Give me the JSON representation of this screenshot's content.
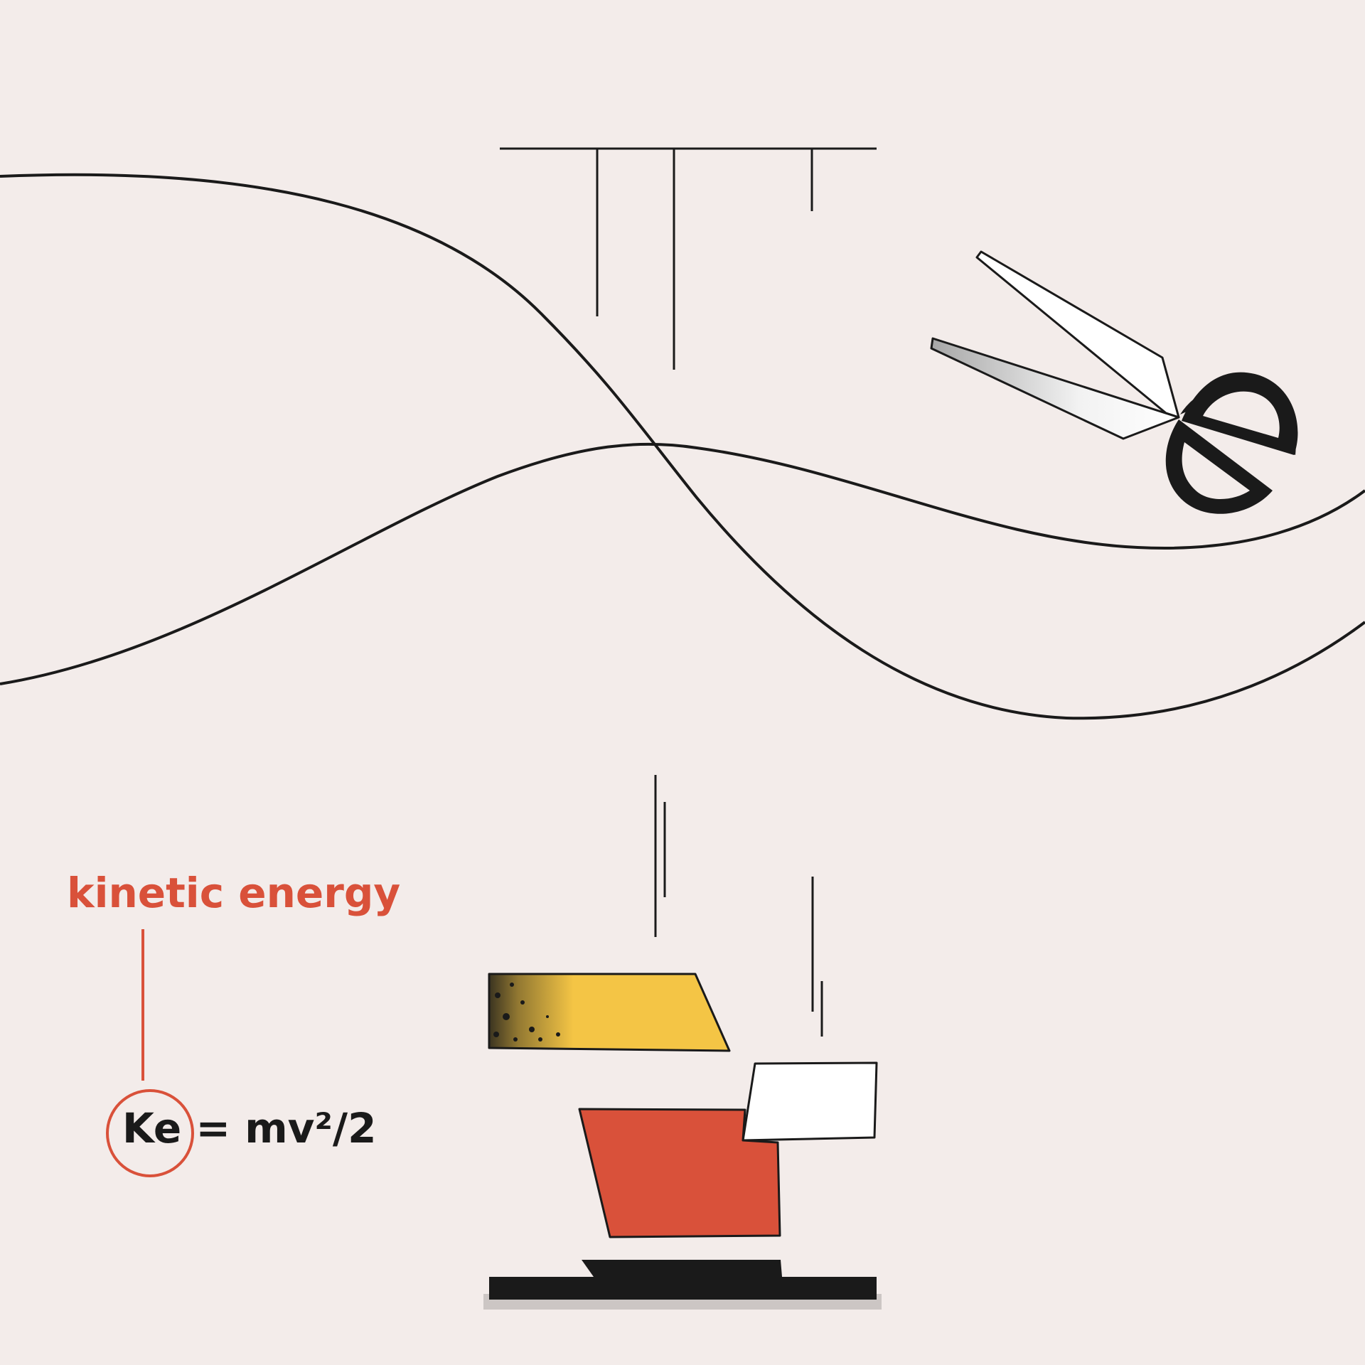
{
  "label": {
    "title": "kinetic energy",
    "formula_symbol": "Ke",
    "formula_rest": " = mv²/2"
  },
  "colors": {
    "background": "#f3ecea",
    "ink": "#1a1a1a",
    "accent": "#d9513a",
    "yellow": "#f4c545",
    "white": "#ffffff"
  },
  "icons": {
    "cutter": "scissors-icon"
  }
}
